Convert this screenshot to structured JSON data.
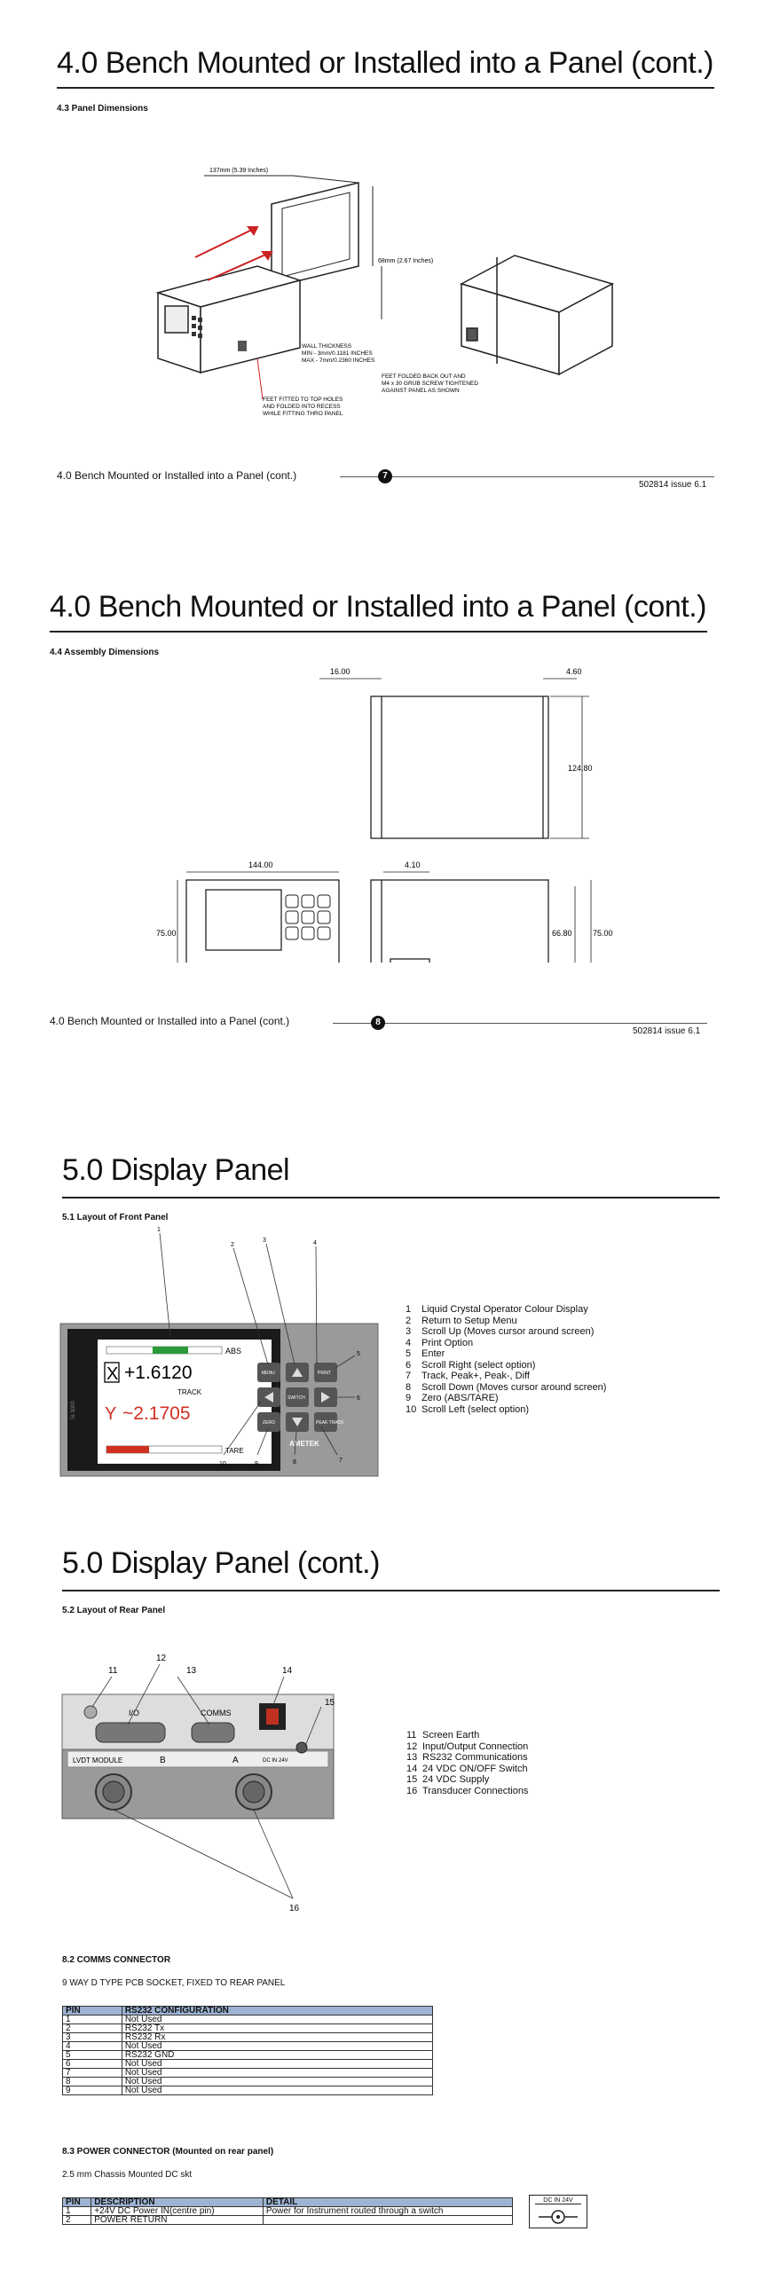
{
  "page1": {
    "title": "4.0 Bench Mounted or Installed into a Panel (cont.)",
    "subtitle": "4.3 Panel Dimensions",
    "dim_width": "137mm (5.39 Inches)",
    "dim_height": "68mm (2.67 Inches)",
    "wall_thickness": [
      "WALL THICKNESS",
      "MIN - 3mm/0.1181 INCHES",
      "MAX - 7mm/0.2360 INCHES"
    ],
    "feet_note": [
      "FEET FITTED TO TOP HOLES",
      "AND FOLDED INTO RECESS",
      "WHILE FITTING THRO PANEL"
    ],
    "feet_back_note": [
      "FEET FOLDED BACK OUT AND",
      "M4 x 30 GRUB SCREW TIGHTENED",
      "AGAINST PANEL AS SHOWN"
    ],
    "footer": "4.0 Bench Mounted or Installed into a Panel (cont.)",
    "page_no": "7",
    "issue": "502814  issue 6.1"
  },
  "page2": {
    "title": "4.0 Bench Mounted or Installed into a Panel (cont.)",
    "subtitle": "4.4 Assembly Dimensions",
    "d1600": "16.00",
    "d460": "4.60",
    "d12480": "124.80",
    "d14400": "144.00",
    "d410": "4.10",
    "d7500a": "75.00",
    "d6680": "66.80",
    "d7500b": "75.00",
    "footer": "4.0 Bench Mounted or Installed into a Panel (cont.)",
    "page_no": "8",
    "issue": "502814  issue 6.1"
  },
  "page3": {
    "title": "5.0 Display Panel",
    "subtitle": "5.1 Layout of Front Panel",
    "screen": {
      "abs": "ABS",
      "x_label": "X",
      "x_value": "+1.6120",
      "track": "TRACK",
      "y_label": "Y",
      "y_value": "~2.1705",
      "tare": "TARE",
      "model": "SI 3000"
    },
    "keys": {
      "menu": "MENU",
      "print": "PRINT",
      "switch": "SWITCH",
      "zero": "ZERO",
      "peak": "PEAK TRACK",
      "brand": "AMETEK"
    },
    "callouts": [
      "1",
      "2",
      "3",
      "4",
      "5",
      "6",
      "7",
      "8",
      "9",
      "10"
    ],
    "legend": [
      {
        "n": "1",
        "t": "Liquid Crystal Operator Colour Display"
      },
      {
        "n": "2",
        "t": "Return to Setup Menu"
      },
      {
        "n": "3",
        "t": "Scroll Up (Moves cursor around screen)"
      },
      {
        "n": "4",
        "t": "Print Option"
      },
      {
        "n": "5",
        "t": "Enter"
      },
      {
        "n": "6",
        "t": "Scroll Right (select option)"
      },
      {
        "n": "7",
        "t": "Track, Peak+, Peak-, Diff"
      },
      {
        "n": "8",
        "t": "Scroll Down (Moves cursor around screen)"
      },
      {
        "n": "9",
        "t": "Zero (ABS/TARE)"
      },
      {
        "n": "10",
        "t": "Scroll Left (select option)"
      }
    ]
  },
  "page4": {
    "title": "5.0 Display Panel (cont.)",
    "subtitle": "5.2 Layout of Rear Panel",
    "rear": {
      "io": "I/O",
      "comms": "COMMS",
      "lvdt": "LVDT MODULE",
      "b": "B",
      "a": "A",
      "dcin": "DC IN 24V"
    },
    "callouts": [
      "11",
      "12",
      "13",
      "14",
      "15",
      "16"
    ],
    "legend": [
      {
        "n": "11",
        "t": "Screen Earth"
      },
      {
        "n": "12",
        "t": "Input/Output Connection"
      },
      {
        "n": "13",
        "t": "RS232 Communications"
      },
      {
        "n": "14",
        "t": "24 VDC ON/OFF Switch"
      },
      {
        "n": "15",
        "t": "24 VDC Supply"
      },
      {
        "n": "16",
        "t": "Transducer Connections"
      }
    ],
    "comms_heading": "8.2 COMMS CONNECTOR",
    "comms_desc": "9 WAY D TYPE PCB SOCKET, FIXED TO REAR PANEL",
    "comms_table": {
      "headers": [
        "PIN",
        "RS232 CONFIGURATION"
      ],
      "rows": [
        [
          "1",
          "Not Used"
        ],
        [
          "2",
          "RS232 Tx"
        ],
        [
          "3",
          "RS232 Rx"
        ],
        [
          "4",
          "Not Used"
        ],
        [
          "5",
          "RS232 GND"
        ],
        [
          "6",
          "Not Used"
        ],
        [
          "7",
          "Not Used"
        ],
        [
          "8",
          "Not Used"
        ],
        [
          "9",
          "Not Used"
        ]
      ]
    },
    "power_heading": "8.3 POWER CONNECTOR (Mounted on rear panel)",
    "power_desc": "2.5 mm Chassis Mounted DC skt",
    "power_table": {
      "headers": [
        "PIN",
        "DESCRIPTION",
        "DETAIL"
      ],
      "rows": [
        [
          "1",
          "+24V DC Power IN(centre pin)",
          "Power for Instrument routed through a switch"
        ],
        [
          "2",
          "POWER RETURN",
          ""
        ]
      ]
    },
    "dc_label": "DC IN 24V"
  },
  "colors": {
    "table_header": "#9db3d3",
    "screen_red": "#d03020",
    "screen_green": "#2a9a3a",
    "panel_grey": "#9a9a9a"
  }
}
